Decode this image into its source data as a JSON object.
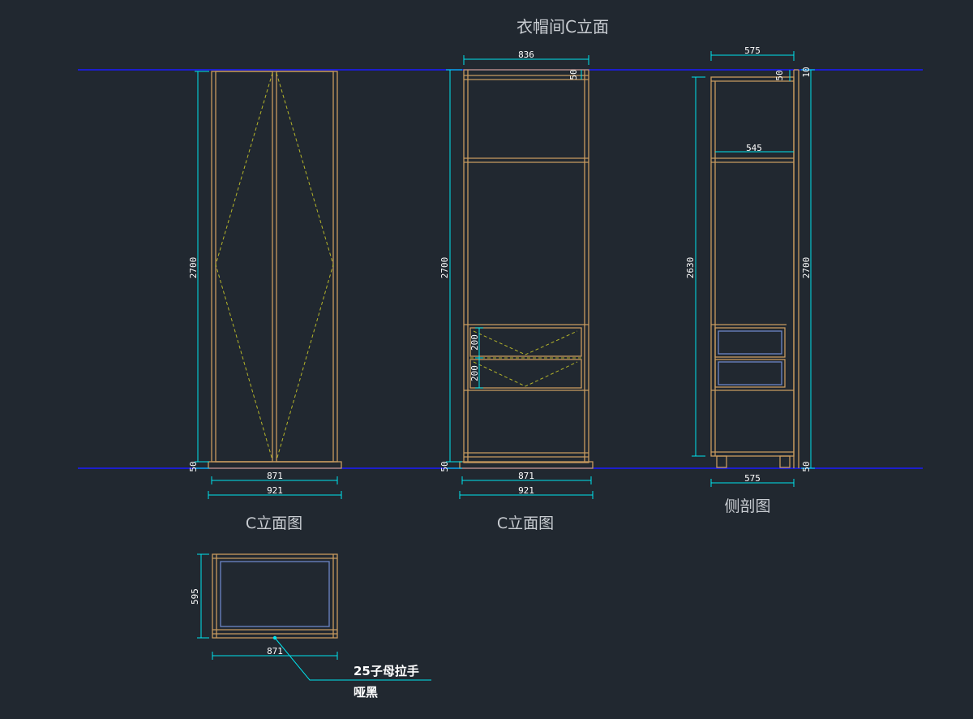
{
  "drawing_title": "衣帽间C立面",
  "views": {
    "front_doors": {
      "caption": "C立面图",
      "dim_height": "2700",
      "dim_base": "50",
      "dim_inner_width": "871",
      "dim_outer_width": "921"
    },
    "front_interior": {
      "caption": "C立面图",
      "dim_top_width": "836",
      "dim_top_board": "50",
      "dim_height": "2700",
      "dim_drawer_1": "200",
      "dim_drawer_2": "200",
      "dim_base": "50",
      "dim_inner_width": "871",
      "dim_outer_width": "921"
    },
    "side_section": {
      "caption": "侧剖图",
      "dim_top_depth": "575",
      "dim_top_board": "50",
      "dim_top_gap": "10",
      "dim_shelf_depth": "545",
      "dim_inner_height": "2630",
      "dim_total_height": "2700",
      "dim_base": "50",
      "dim_bottom_depth": "575"
    },
    "plan_view": {
      "dim_depth": "595",
      "dim_width": "871",
      "leader_note_line1": "25子母拉手",
      "leader_note_line2": "哑黑"
    }
  },
  "colors": {
    "background": "#212830",
    "cabinet_line": "#c89b5f",
    "dimension_line": "#00e5ee",
    "reference_line": "#1a1aff",
    "door_swing": "#b5b52a",
    "drawer_inner": "#6c86c8",
    "text": "#ffffff"
  }
}
